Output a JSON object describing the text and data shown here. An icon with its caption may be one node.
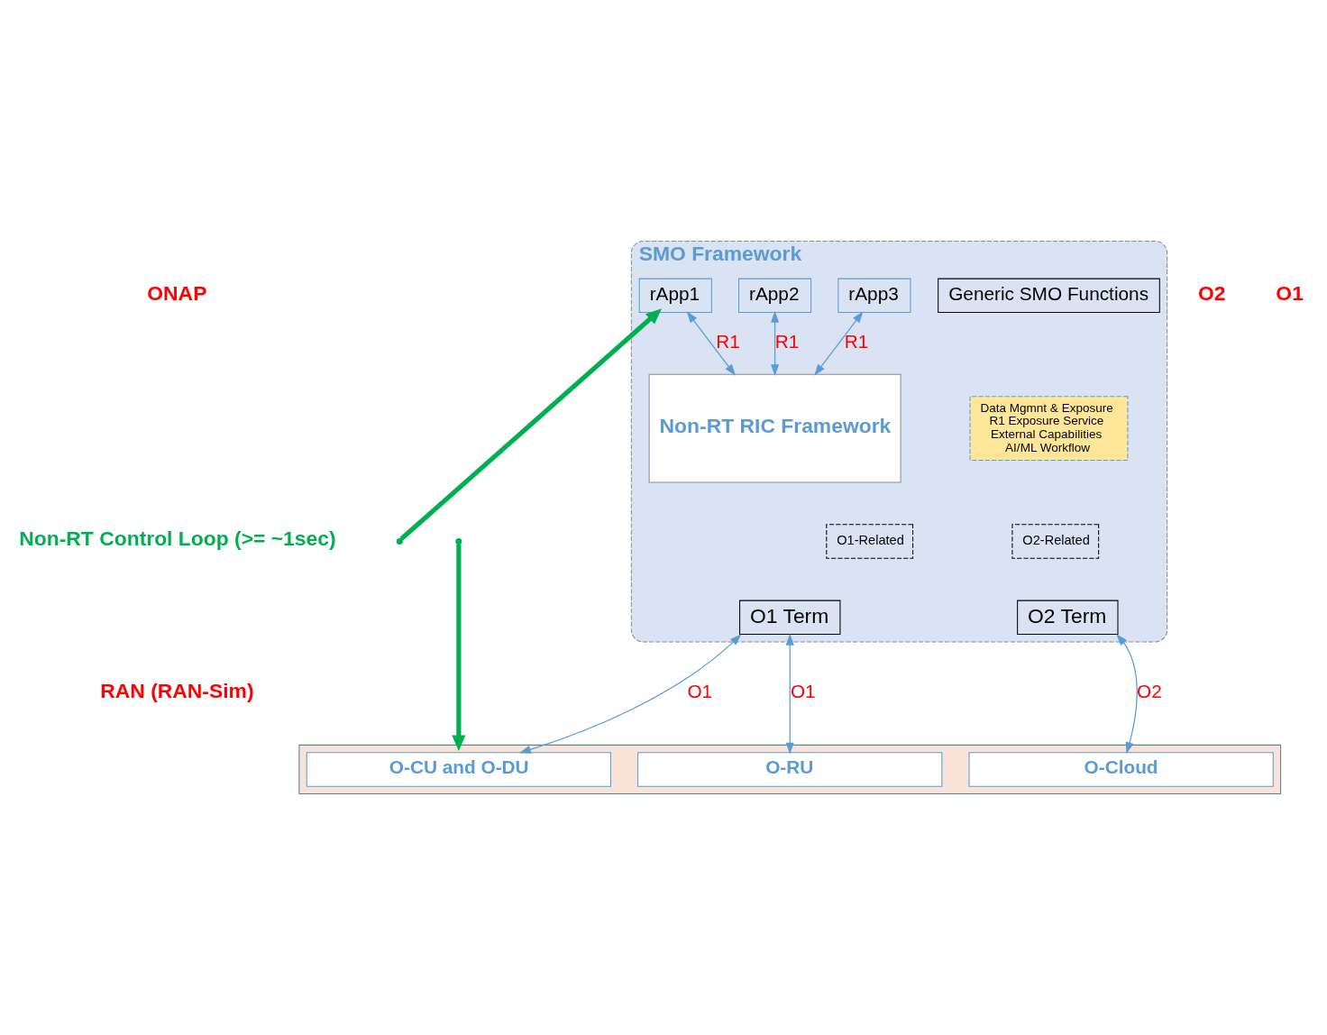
{
  "diagram": {
    "nodes": [
      {
        "text": [
          "SMO Framework"
        ]
      },
      {
        "text": [
          "Generic SMO Functions"
        ],
        "in": 0
      },
      {
        "text": [
          "rApp1"
        ],
        "in": 0
      },
      {
        "text": [
          "rApp2"
        ],
        "in": 0
      },
      {
        "text": [
          "rApp3"
        ],
        "in": 0
      },
      {
        "text": [
          "Non-RT RIC Framework"
        ],
        "in": 0
      },
      {
        "text": [
          "Data Mgmnt & Exposure",
          "R1 Exposure Service",
          "External Capabilities",
          "AI/ML Workflow"
        ],
        "in": 0
      },
      {
        "text": [
          "O2-Related"
        ],
        "in": 0
      },
      {
        "text": [
          "O1-Related"
        ],
        "in": 0
      },
      {
        "text": [
          "O2 Term"
        ],
        "in": 0
      },
      {
        "text": [
          "O1 Term"
        ],
        "in": 0
      },
      {
        "text": [],
        "shape": "box"
      },
      {
        "text": [
          "O-CU and O-DU"
        ],
        "in": 11
      },
      {
        "text": [
          "O-RU"
        ],
        "in": 11
      },
      {
        "text": [
          "O-Cloud"
        ],
        "in": 11
      }
    ],
    "edges": [
      {
        "from": 2,
        "to": 5,
        "arrow": "both",
        "label": "R1"
      },
      {
        "from": 3,
        "to": 5,
        "arrow": "both",
        "label": "R1"
      },
      {
        "from": 4,
        "to": 5,
        "arrow": "both",
        "label": "R1"
      },
      {
        "from": 10,
        "to": 12,
        "arrow": "both",
        "label": "O1"
      },
      {
        "from": 10,
        "to": 13,
        "arrow": "both",
        "label": "O1"
      },
      {
        "from": 9,
        "to": 14,
        "arrow": "both",
        "label": "O2"
      },
      {
        "from": null,
        "to": 2,
        "arrow": "to",
        "style": "thick",
        "color": "#00b050"
      },
      {
        "from": null,
        "to": 11,
        "arrow": "to",
        "style": "thick",
        "color": "#00b050"
      }
    ],
    "labels": [
      "ONAP",
      "Non-RT Control Loop (>= ~1sec)",
      "RAN (RAN-Sim)",
      "O2",
      "O1"
    ]
  }
}
